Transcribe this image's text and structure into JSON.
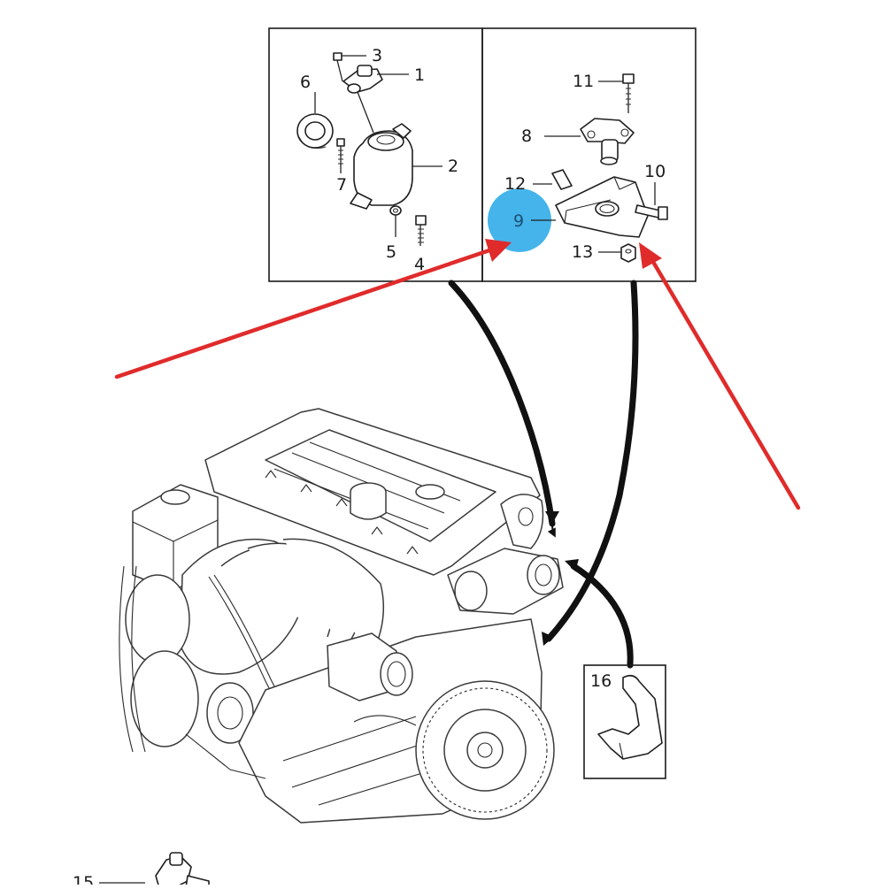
{
  "callouts": {
    "c1": "1",
    "c2": "2",
    "c3": "3",
    "c4": "4",
    "c5": "5",
    "c6": "6",
    "c7": "7",
    "c8": "8",
    "c9": "9",
    "c10": "10",
    "c11": "11",
    "c12": "12",
    "c13": "13",
    "c15": "15",
    "c16": "16"
  },
  "colors": {
    "highlight_circle": "#3ab0ea",
    "annotation_arrow": "#e02b2b",
    "callout_arrow": "#111111",
    "line_art": "#222222"
  },
  "icons": {
    "annotation": "red-arrow",
    "highlight": "blue-circle-marker"
  }
}
